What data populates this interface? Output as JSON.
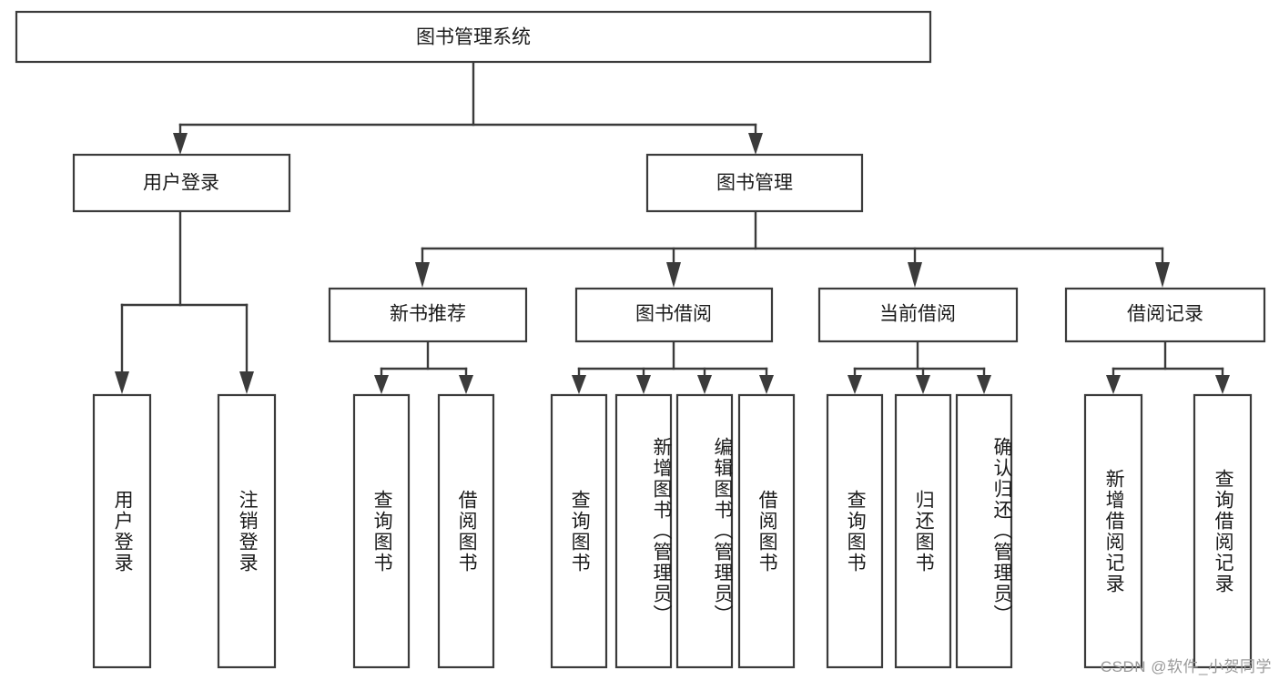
{
  "diagram": {
    "title": "图书管理系统",
    "type": "hierarchy-tree",
    "watermark": "CSDN @软件_小贺同学",
    "colors": {
      "box_stroke": "#3b3b3b",
      "box_fill": "#ffffff",
      "line": "#3b3b3b",
      "text": "#1b1b1b",
      "watermark": "#9a9a9a",
      "background": "#ffffff"
    },
    "levels": {
      "root": {
        "label": "图书管理系统"
      },
      "level2": [
        {
          "label": "用户登录"
        },
        {
          "label": "图书管理"
        }
      ],
      "level3": [
        {
          "label": "新书推荐"
        },
        {
          "label": "图书借阅"
        },
        {
          "label": "当前借阅"
        },
        {
          "label": "借阅记录"
        }
      ],
      "leaves": {
        "user_login": [
          {
            "label": "用户登录"
          },
          {
            "label": "注销登录"
          }
        ],
        "new_book": [
          {
            "label": "查询图书"
          },
          {
            "label": "借阅图书"
          }
        ],
        "book_borrow": [
          {
            "label": "查询图书"
          },
          {
            "label": "新增图书（管理员）"
          },
          {
            "label": "编辑图书（管理员）"
          },
          {
            "label": "借阅图书"
          }
        ],
        "current_borrow": [
          {
            "label": "查询图书"
          },
          {
            "label": "归还图书"
          },
          {
            "label": "确认归还（管理员）"
          }
        ],
        "borrow_record": [
          {
            "label": "新增借阅记录"
          },
          {
            "label": "查询借阅记录"
          }
        ]
      }
    }
  }
}
